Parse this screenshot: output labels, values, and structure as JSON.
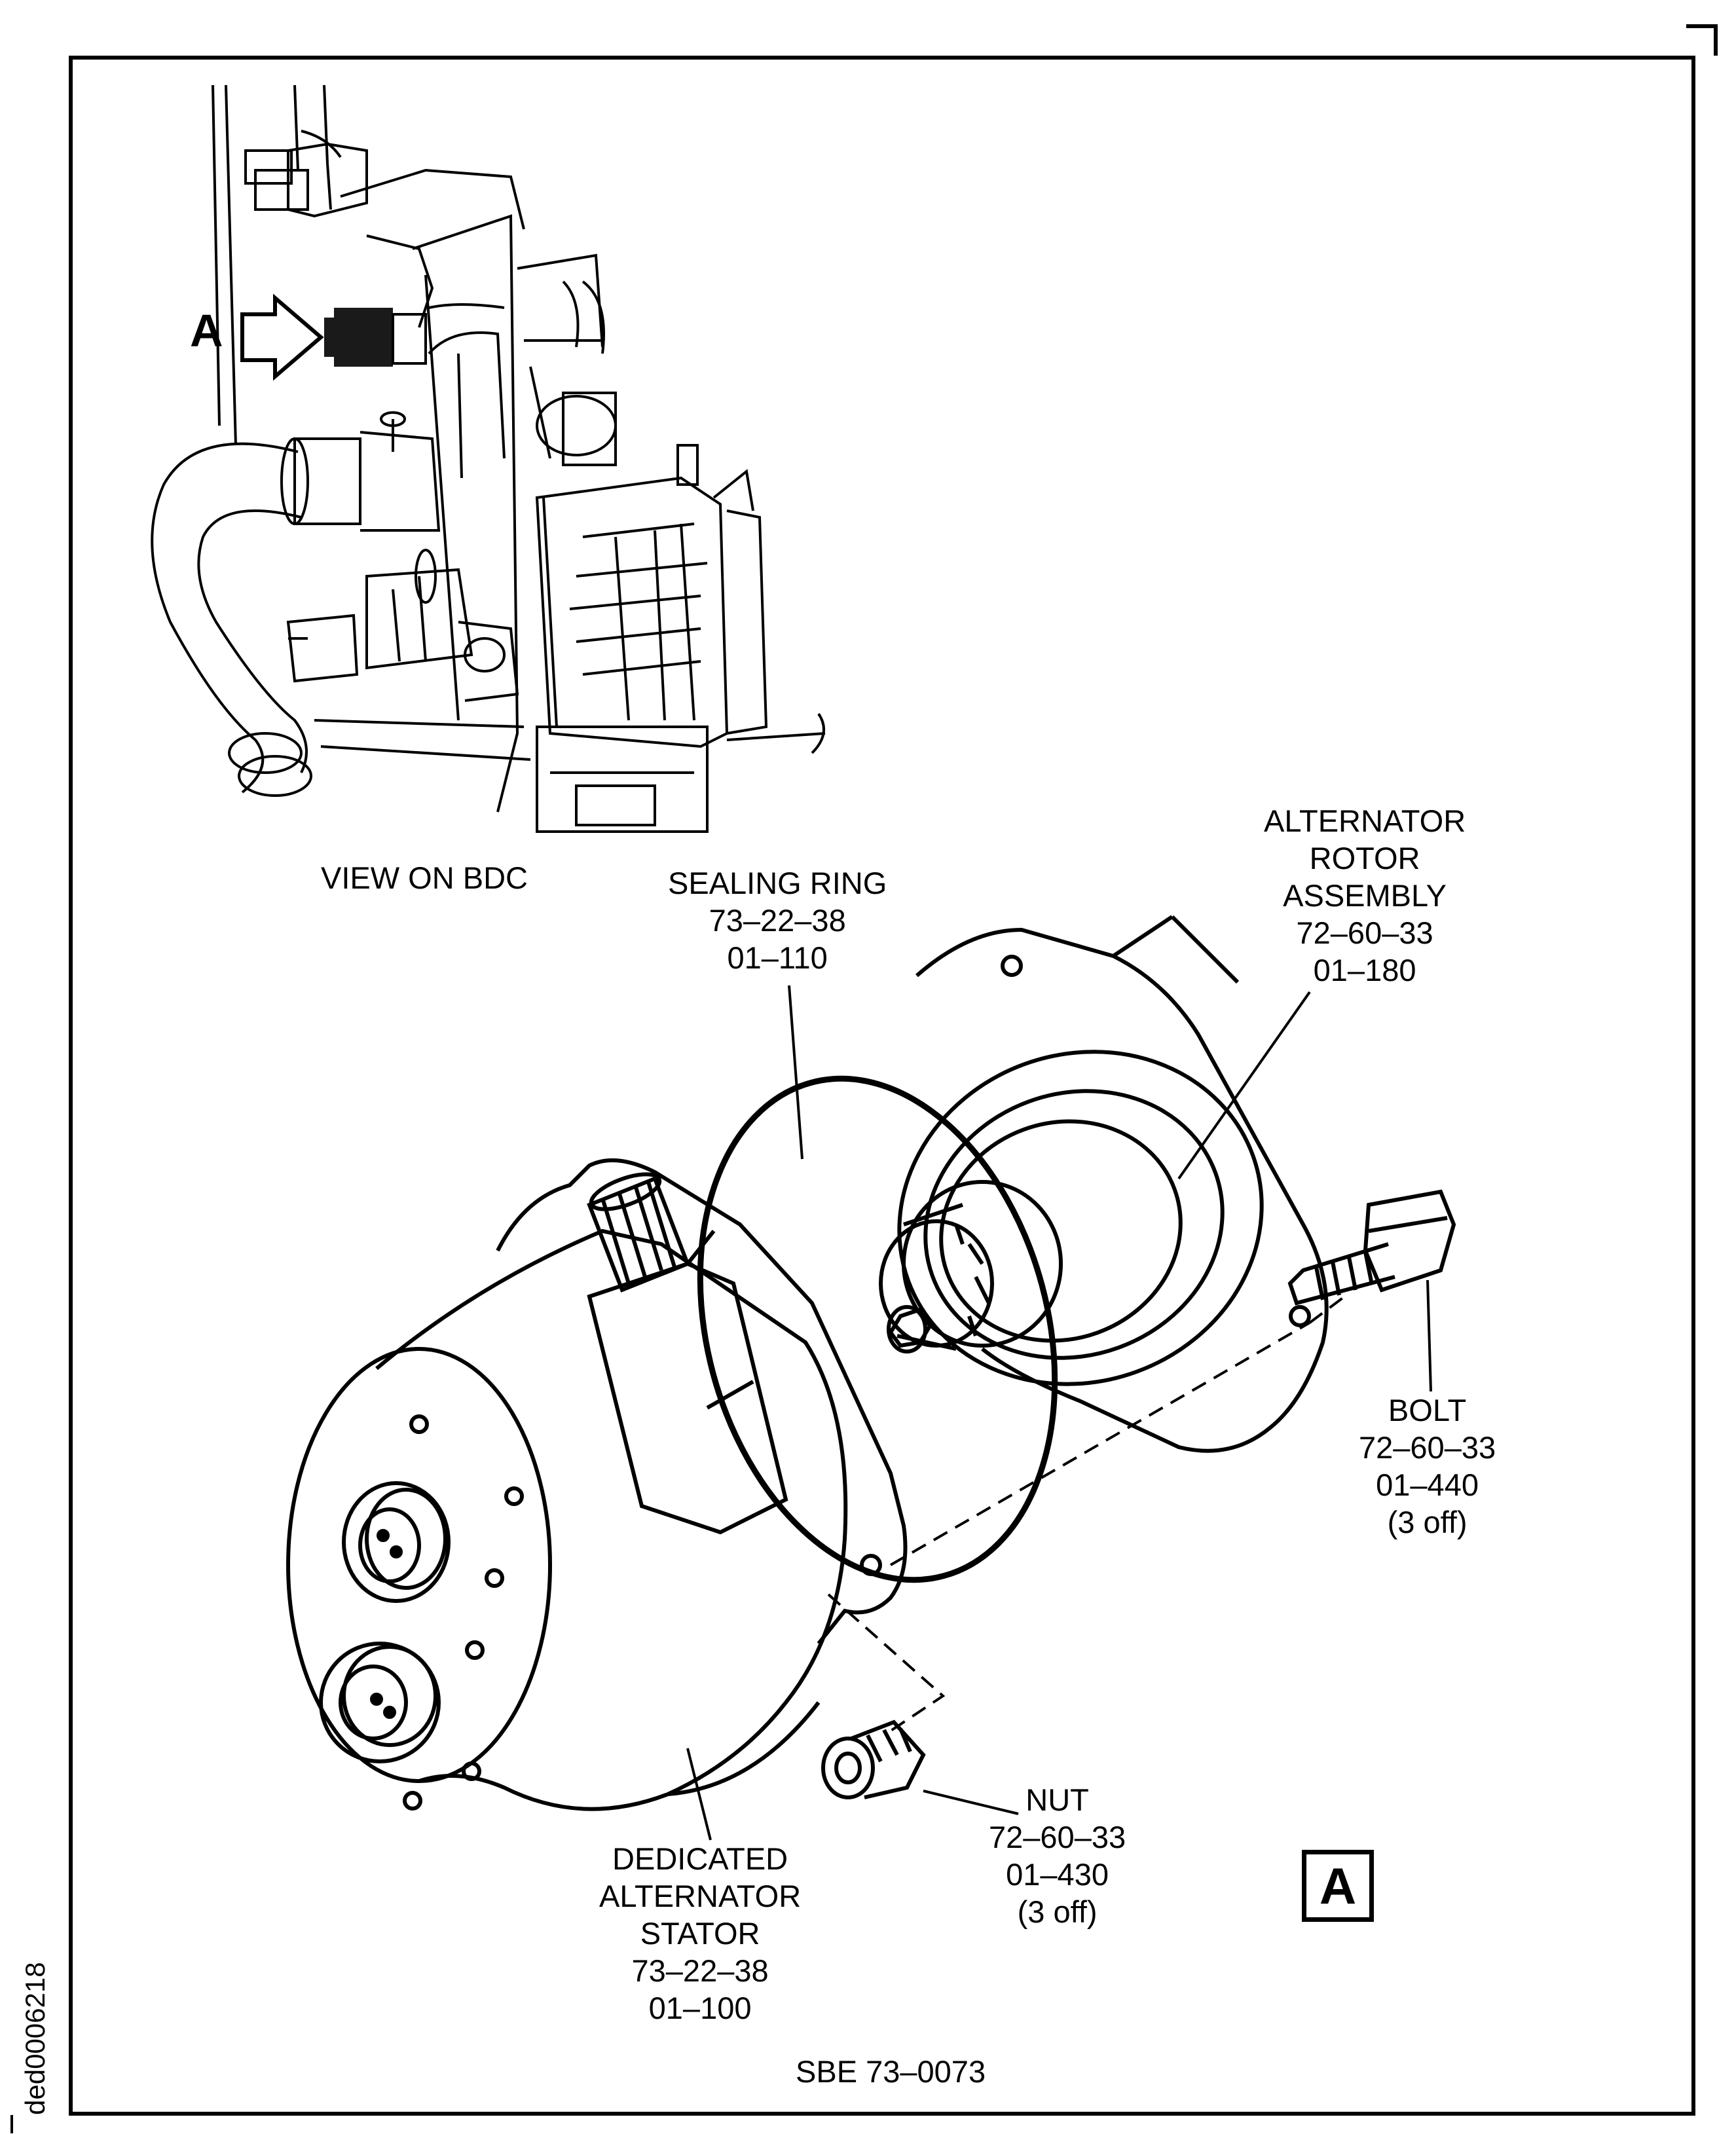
{
  "view_caption": "VIEW ON BDC",
  "view_arrow_label": "A",
  "parts": {
    "sealing_ring": [
      "SEALING RING",
      "73–22–38",
      "01–110"
    ],
    "rotor": [
      "ALTERNATOR",
      "ROTOR",
      "ASSEMBLY",
      "72–60–33",
      "01–180"
    ],
    "bolt": [
      "BOLT",
      "72–60–33",
      "01–440",
      "(3 off)"
    ],
    "nut": [
      "NUT",
      "72–60–33",
      "01–430",
      "(3 off)"
    ],
    "stator": [
      "DEDICATED",
      "ALTERNATOR",
      "STATOR",
      "73–22–38",
      "01–100"
    ]
  },
  "detail_ref": "A",
  "figure_ref": "SBE 73–0073",
  "drawing_code": "ded0006218",
  "colors": {
    "ink": "#000000",
    "paper": "#ffffff",
    "highlight": "#1a1a1a"
  }
}
